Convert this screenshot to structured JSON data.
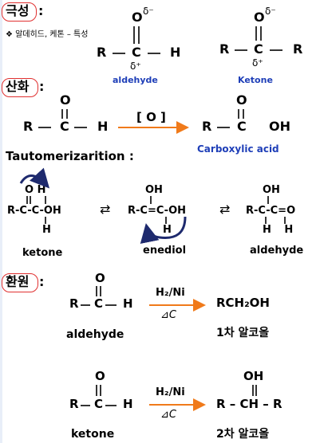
{
  "sections": {
    "polarity": {
      "header": "극성",
      "colon": ":",
      "note": "❖ 알데히드, 케톤 – 특성",
      "aldehyde": {
        "O": "O",
        "dm": "δ⁻",
        "R": "R",
        "C": "C",
        "H": "H",
        "dp": "δ⁺",
        "label": "aldehyde"
      },
      "ketone": {
        "O": "O",
        "dm": "δ⁻",
        "R": "R",
        "C": "C",
        "R2": "R",
        "dp": "δ⁺",
        "label": "Ketone"
      }
    },
    "oxidation": {
      "header": "산화",
      "colon": ":",
      "reactant": {
        "O": "O",
        "R": "R",
        "C": "C",
        "H": "H"
      },
      "reagent": "[ O ]",
      "product": {
        "O": "O",
        "R": "R",
        "C": "C",
        "OH": "OH"
      },
      "product_label": "Carboxylic acid"
    },
    "tautomerization": {
      "header": "Tautomerizarition :",
      "ketone": {
        "top": "O H",
        "chain": "R-C-C-OH",
        "bottom": "H",
        "label": "ketone"
      },
      "enediol": {
        "top": "OH",
        "chain": "R-C=C-OH",
        "bottom": "H",
        "label": "enediol"
      },
      "aldehyde": {
        "top": "OH",
        "chain": "R-C-C=O",
        "bottom": "H H",
        "label": "aldehyde"
      },
      "eq_arrow": "⇄"
    },
    "reduction": {
      "header": "환원",
      "colon": ":",
      "reaction1": {
        "O": "O",
        "R": "R",
        "C": "C",
        "H": "H",
        "reagent": "H₂/Ni",
        "heat": "⊿C",
        "product": "RCH₂OH",
        "reactant_label": "aldehyde",
        "product_label": "1차 알코올"
      },
      "reaction2": {
        "O": "O",
        "R": "R",
        "C": "C",
        "H": "H",
        "reagent": "H₂/Ni",
        "heat": "⊿C",
        "product_top": "OH",
        "product": "R – CH – R",
        "reactant_label": "ketone",
        "product_label": "2차 알코올"
      }
    }
  },
  "colors": {
    "arrow": "#f07a1a",
    "accent_text": "#1f3fb8",
    "circle": "#e03030",
    "curve_arrow": "#1e2a6e"
  }
}
